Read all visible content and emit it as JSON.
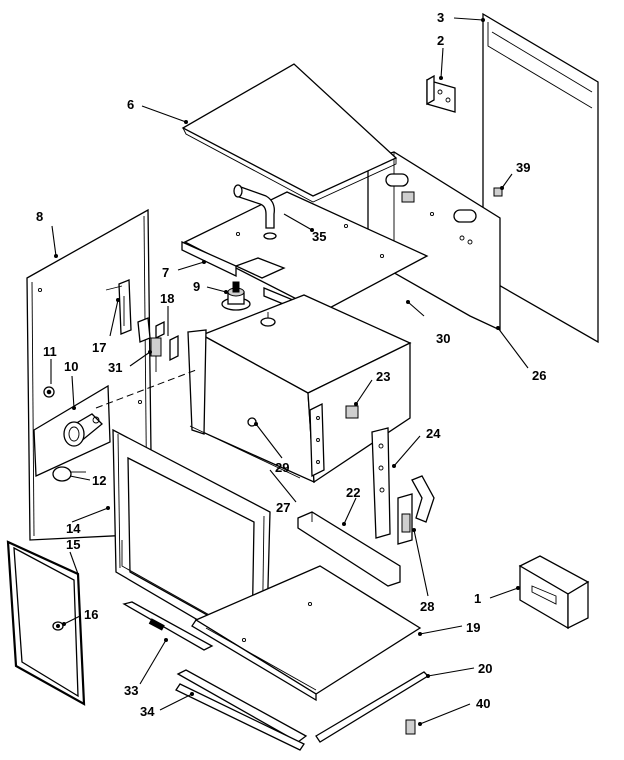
{
  "callouts": [
    {
      "id": "c1",
      "text": "1"
    },
    {
      "id": "c2",
      "text": "2"
    },
    {
      "id": "c3",
      "text": "3"
    },
    {
      "id": "c6",
      "text": "6"
    },
    {
      "id": "c7",
      "text": "7"
    },
    {
      "id": "c8",
      "text": "8"
    },
    {
      "id": "c9",
      "text": "9"
    },
    {
      "id": "c10",
      "text": "10"
    },
    {
      "id": "c11",
      "text": "11"
    },
    {
      "id": "c12",
      "text": "12"
    },
    {
      "id": "c14",
      "text": "14"
    },
    {
      "id": "c15",
      "text": "15"
    },
    {
      "id": "c16",
      "text": "16"
    },
    {
      "id": "c17",
      "text": "17"
    },
    {
      "id": "c18",
      "text": "18"
    },
    {
      "id": "c19",
      "text": "19"
    },
    {
      "id": "c20",
      "text": "20"
    },
    {
      "id": "c22",
      "text": "22"
    },
    {
      "id": "c23",
      "text": "23"
    },
    {
      "id": "c24",
      "text": "24"
    },
    {
      "id": "c26",
      "text": "26"
    },
    {
      "id": "c27",
      "text": "27"
    },
    {
      "id": "c28",
      "text": "28"
    },
    {
      "id": "c29",
      "text": "29"
    },
    {
      "id": "c30",
      "text": "30"
    },
    {
      "id": "c31",
      "text": "31"
    },
    {
      "id": "c33",
      "text": "33"
    },
    {
      "id": "c34",
      "text": "34"
    },
    {
      "id": "c35",
      "text": "35"
    },
    {
      "id": "c39",
      "text": "39"
    },
    {
      "id": "c40",
      "text": "40"
    }
  ]
}
